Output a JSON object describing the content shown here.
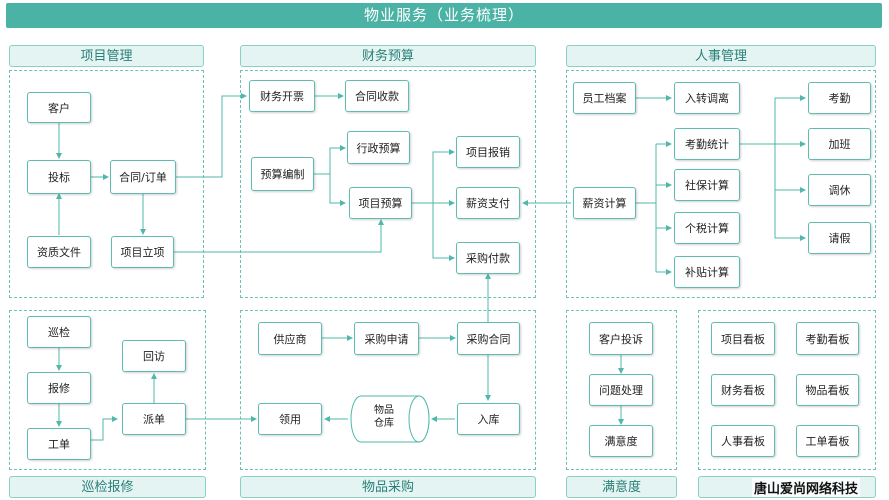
{
  "title": "物业服务（业务梳理）",
  "sections": {
    "project_mgmt": "项目管理",
    "finance_budget": "财务预算",
    "hr_mgmt": "人事管理",
    "inspection_repair": "巡检报修",
    "goods_purchase": "物品采购",
    "satisfaction": "满意度"
  },
  "nodes": {
    "customer": "客户",
    "bidding": "投标",
    "qualification_docs": "资质文件",
    "contract_order": "合同/订单",
    "project_setup": "项目立项",
    "invoicing": "财务开票",
    "contract_collection": "合同收款",
    "budget_prep": "预算编制",
    "admin_budget": "行政预算",
    "project_budget": "项目预算",
    "project_reimburse": "项目报销",
    "salary_payment": "薪资支付",
    "purchase_payment": "采购付款",
    "employee_files": "员工档案",
    "transfer_leave": "入转调离",
    "salary_calc": "薪资计算",
    "attendance_stats": "考勤统计",
    "social_insurance": "社保计算",
    "income_tax": "个税计算",
    "subsidy": "补贴计算",
    "attendance": "考勤",
    "overtime": "加班",
    "day_off": "调休",
    "leave": "请假",
    "patrol": "巡检",
    "return_visit": "回访",
    "report_repair": "报修",
    "dispatch": "派单",
    "work_order": "工单",
    "supplier": "供应商",
    "purchase_request": "采购申请",
    "purchase_contract": "采购合同",
    "requisition": "领用",
    "goods_warehouse_1": "物品",
    "goods_warehouse_2": "仓库",
    "warehousing": "入库",
    "customer_complaint": "客户投诉",
    "issue_handling": "问题处理",
    "satisfaction_node": "满意度",
    "board_project": "项目看板",
    "board_attendance": "考勤看板",
    "board_finance": "财务看板",
    "board_goods": "物品看板",
    "board_hr": "人事看板",
    "board_workorder": "工单看板"
  },
  "watermark": "唐山爱尚网络科技",
  "colors": {
    "accent": "#4bb3a6",
    "line": "#4fb8ab",
    "header_bg": "#e3f4f2"
  }
}
